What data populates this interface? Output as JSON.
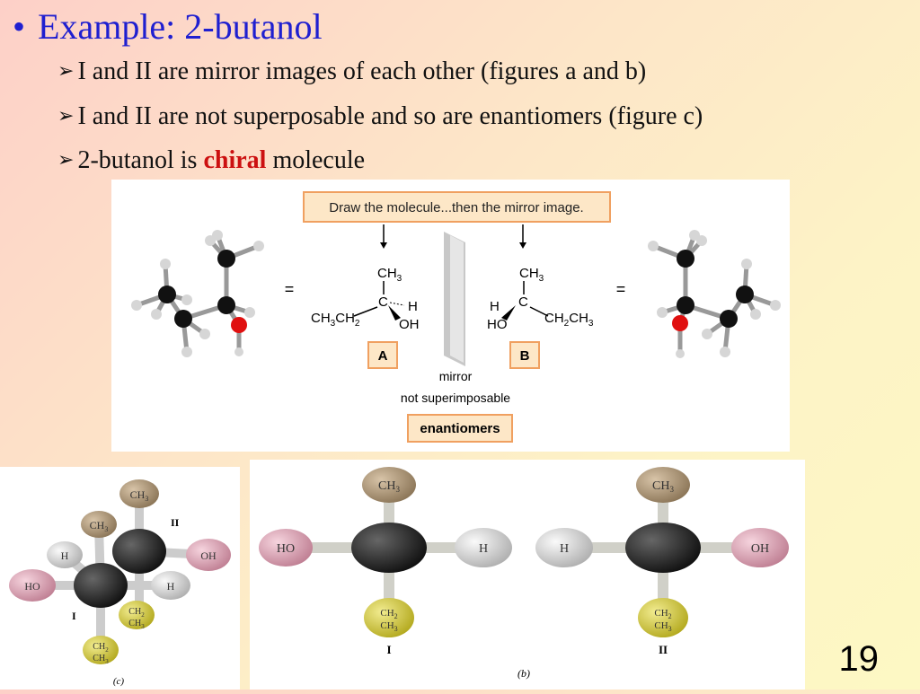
{
  "title": {
    "bullet": "•",
    "text": "Example: 2-butanol"
  },
  "bullets": [
    {
      "arrow": "➢",
      "text": "I and II are mirror images of each other (figures a and b)"
    },
    {
      "arrow": "➢",
      "text": "I and II are not superposable and so are enantiomers (figure c)"
    },
    {
      "arrow": "➢",
      "pre": "2-butanol is ",
      "em": "chiral",
      "post": " molecule"
    }
  ],
  "top_figure": {
    "instruction": "Draw the molecule...then the mirror image.",
    "equals": "=",
    "ch3": "CH",
    "sub3": "3",
    "c": "C",
    "h": "H",
    "oh": "OH",
    "ho": "HO",
    "ch3ch2_a": "CH",
    "ch2ch3_b": "CH",
    "sub2": "2",
    "label_a": "A",
    "label_b": "B",
    "mirror": "mirror",
    "not_superimposable": "not superimposable",
    "enantiomers": "enantiomers"
  },
  "figure_c": {
    "caption": "(c)",
    "label_i": "I",
    "label_ii": "II",
    "ch3": "CH",
    "ch2": "CH",
    "sub3": "3",
    "sub2": "2",
    "h": "H",
    "oh": "OH",
    "ho": "HO"
  },
  "figure_b": {
    "caption": "(b)",
    "label_i": "I",
    "label_ii": "II",
    "ch3": "CH",
    "sub3": "3",
    "ch2": "CH",
    "sub2": "2",
    "h": "H",
    "ho": "HO",
    "oh": "OH"
  },
  "page_number": "19",
  "colors": {
    "title": "#1f1fd0",
    "chiral": "#cc1010",
    "ch3_ball": "#b09878",
    "ch2_ball": "#d8cf4a",
    "oh_ball": "#dca0b4",
    "h_ball": "#d6d6d6",
    "carbon": "#222222",
    "box_border": "#f0a060",
    "box_fill": "#fde7c7"
  }
}
